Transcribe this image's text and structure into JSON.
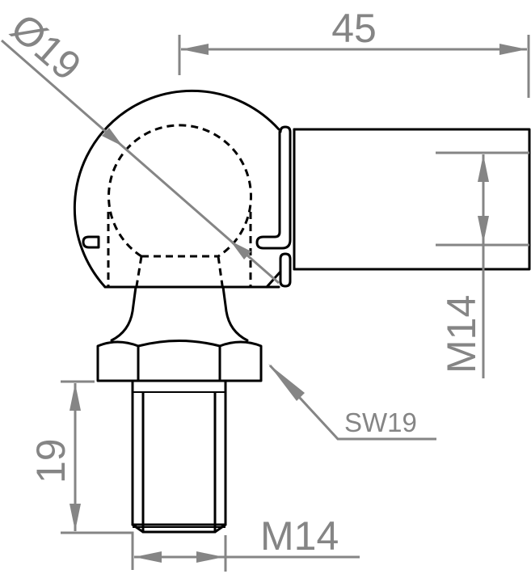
{
  "drawing": {
    "subject": "Angle ball joint (gas spring end fitting) technical drawing",
    "line_color": "#000000",
    "dimension_color": "#858585",
    "background": "#ffffff"
  },
  "dimensions": {
    "overall_length": {
      "label": "45",
      "orientation": "horizontal"
    },
    "ball_diameter": {
      "label": "Ø19",
      "orientation": "diagonal"
    },
    "socket_thread": {
      "label": "M14",
      "orientation": "vertical"
    },
    "wrench_size": {
      "label": "SW19",
      "orientation": "leader"
    },
    "stud_length": {
      "label": "19",
      "orientation": "vertical"
    },
    "stud_thread": {
      "label": "M14",
      "orientation": "horizontal"
    }
  }
}
